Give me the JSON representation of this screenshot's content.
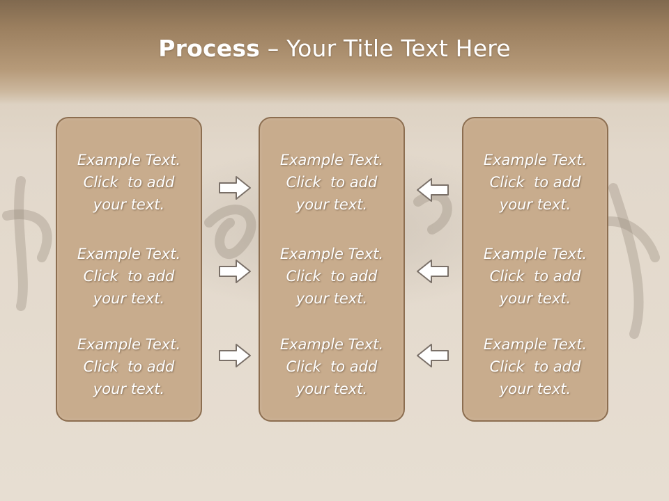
{
  "slide": {
    "title_bold": "Process",
    "title_rest": " – Your Title Text Here"
  },
  "boxes": [
    {
      "items": [
        {
          "lines": [
            "Example Text.",
            "Click  to add",
            "your text."
          ]
        },
        {
          "lines": [
            "Example Text.",
            "Click  to add",
            "your text."
          ]
        },
        {
          "lines": [
            "Example Text.",
            "Click  to add",
            "your text."
          ]
        }
      ]
    },
    {
      "items": [
        {
          "lines": [
            "Example Text.",
            "Click  to add",
            "your text."
          ]
        },
        {
          "lines": [
            "Example Text.",
            "Click  to add",
            "your text."
          ]
        },
        {
          "lines": [
            "Example Text.",
            "Click  to add",
            "your text."
          ]
        }
      ]
    },
    {
      "items": [
        {
          "lines": [
            "Example Text.",
            "Click  to add",
            "your text."
          ]
        },
        {
          "lines": [
            "Example Text.",
            "Click  to add",
            "your text."
          ]
        },
        {
          "lines": [
            "Example Text.",
            "Click  to add",
            "your text."
          ]
        }
      ]
    }
  ],
  "arrows": {
    "left_column": "right-arrow-icon",
    "right_column": "left-arrow-icon"
  },
  "colors": {
    "header_top": "#80694f",
    "box_fill": "#c8ac8d",
    "box_border": "#8c6e50",
    "text": "#ffffff",
    "arrow_fill": "#ffffff",
    "arrow_stroke": "#7a7068"
  }
}
